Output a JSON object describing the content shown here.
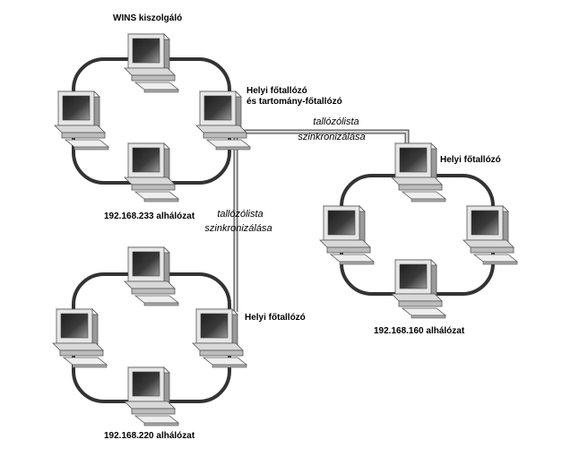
{
  "labels": {
    "wins_server": "WINS kiszolgáló",
    "local_master_domain_line1": "Helyi főtallózó",
    "local_master_domain_line2": "és tartomány-főtallózó",
    "sync_top_line1": "tallózólista",
    "sync_top_line2": "szinkronizálása",
    "sync_mid_line1": "tallózólista",
    "sync_mid_line2": "szinkronizálása",
    "local_master_right": "Helyi főtallózó",
    "local_master_bottom": "Helyi főtallózó",
    "subnet_233": "192.168.233 alhálózat",
    "subnet_160": "192.168.160 alhálózat",
    "subnet_220": "192.168.220 alhálózat"
  },
  "colors": {
    "ring": "#333333",
    "link_outer": "#555555",
    "link_inner": "#d8d8d8",
    "pc_light": "#eeeeee",
    "pc_mid": "#bdbdbd",
    "pc_dark": "#555555",
    "screen": "#2a2a2a"
  }
}
